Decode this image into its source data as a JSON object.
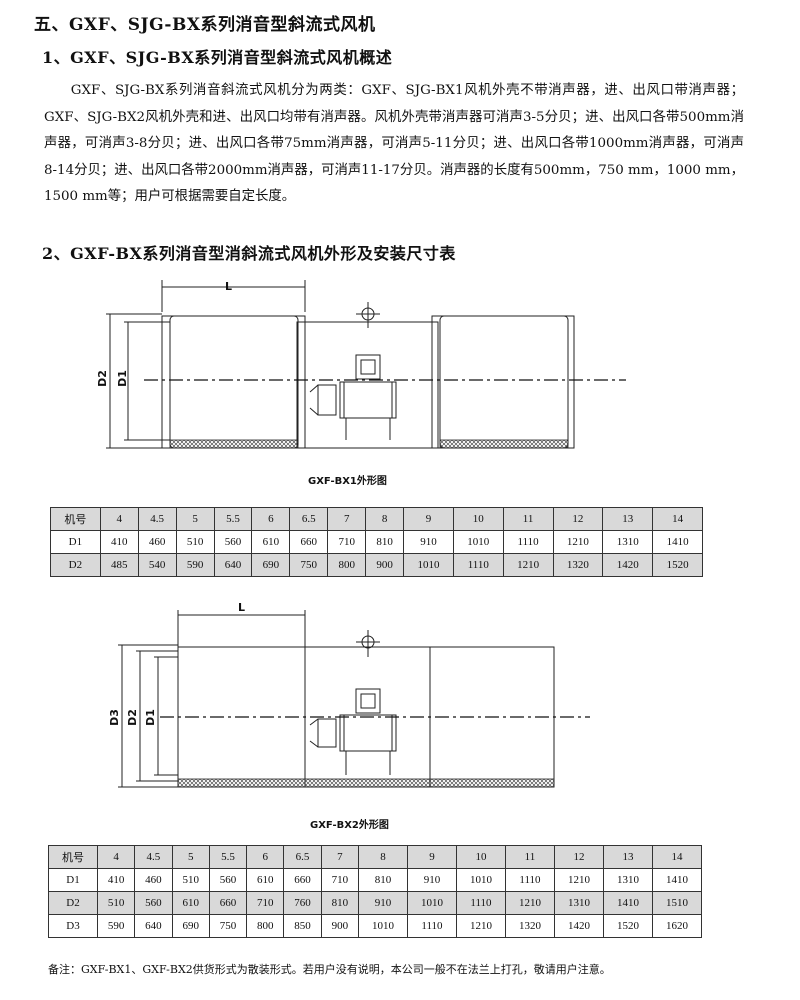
{
  "section_title": "五、GXF、SJG-BX系列消音型斜流式风机",
  "heading1": "1、GXF、SJG-BX系列消音型斜流式风机概述",
  "paragraph": "GXF、SJG-BX系列消音斜流式风机分为两类：GXF、SJG-BX1风机外壳不带消声器，进、出风口带消声器；GXF、SJG-BX2风机外壳和进、出风口均带有消声器。风机外壳带消声器可消声3-5分贝；进、出风口各带500mm消声器，可消声3-8分贝；进、出风口各带75mm消声器，可消声5-11分贝；进、出风口各带1000mm消声器，可消声8-14分贝；进、出风口各带2000mm消声器，可消声11-17分贝。消声器的长度有500mm，750 mm，1000 mm，1500 mm等；用户可根据需要自定长度。",
  "heading2": "2、GXF-BX系列消音型消斜流式风机外形及安装尺寸表",
  "figure1": {
    "dim_length": "L",
    "dim_d2": "D2",
    "dim_d1": "D1",
    "caption": "GXF-BX1外形图"
  },
  "table1": {
    "rows": [
      [
        "机号",
        "4",
        "4.5",
        "5",
        "5.5",
        "6",
        "6.5",
        "7",
        "8",
        "9",
        "10",
        "11",
        "12",
        "13",
        "14"
      ],
      [
        "D1",
        "410",
        "460",
        "510",
        "560",
        "610",
        "660",
        "710",
        "810",
        "910",
        "1010",
        "1110",
        "1210",
        "1310",
        "1410"
      ],
      [
        "D2",
        "485",
        "540",
        "590",
        "640",
        "690",
        "750",
        "800",
        "900",
        "1010",
        "1110",
        "1210",
        "1320",
        "1420",
        "1520"
      ]
    ]
  },
  "figure2": {
    "dim_length": "L",
    "dim_d3": "D3",
    "dim_d2": "D2",
    "dim_d1": "D1",
    "caption": "GXF-BX2外形图"
  },
  "table2": {
    "rows": [
      [
        "机号",
        "4",
        "4.5",
        "5",
        "5.5",
        "6",
        "6.5",
        "7",
        "8",
        "9",
        "10",
        "11",
        "12",
        "13",
        "14"
      ],
      [
        "D1",
        "410",
        "460",
        "510",
        "560",
        "610",
        "660",
        "710",
        "810",
        "910",
        "1010",
        "1110",
        "1210",
        "1310",
        "1410"
      ],
      [
        "D2",
        "510",
        "560",
        "610",
        "660",
        "710",
        "760",
        "810",
        "910",
        "1010",
        "1110",
        "1210",
        "1310",
        "1410",
        "1510"
      ],
      [
        "D3",
        "590",
        "640",
        "690",
        "750",
        "800",
        "850",
        "900",
        "1010",
        "1110",
        "1210",
        "1320",
        "1420",
        "1520",
        "1620"
      ]
    ]
  },
  "note": "备注：GXF-BX1、GXF-BX2供货形式为散装形式。若用户没有说明，本公司一般不在法兰上打孔，敬请用户注意。"
}
